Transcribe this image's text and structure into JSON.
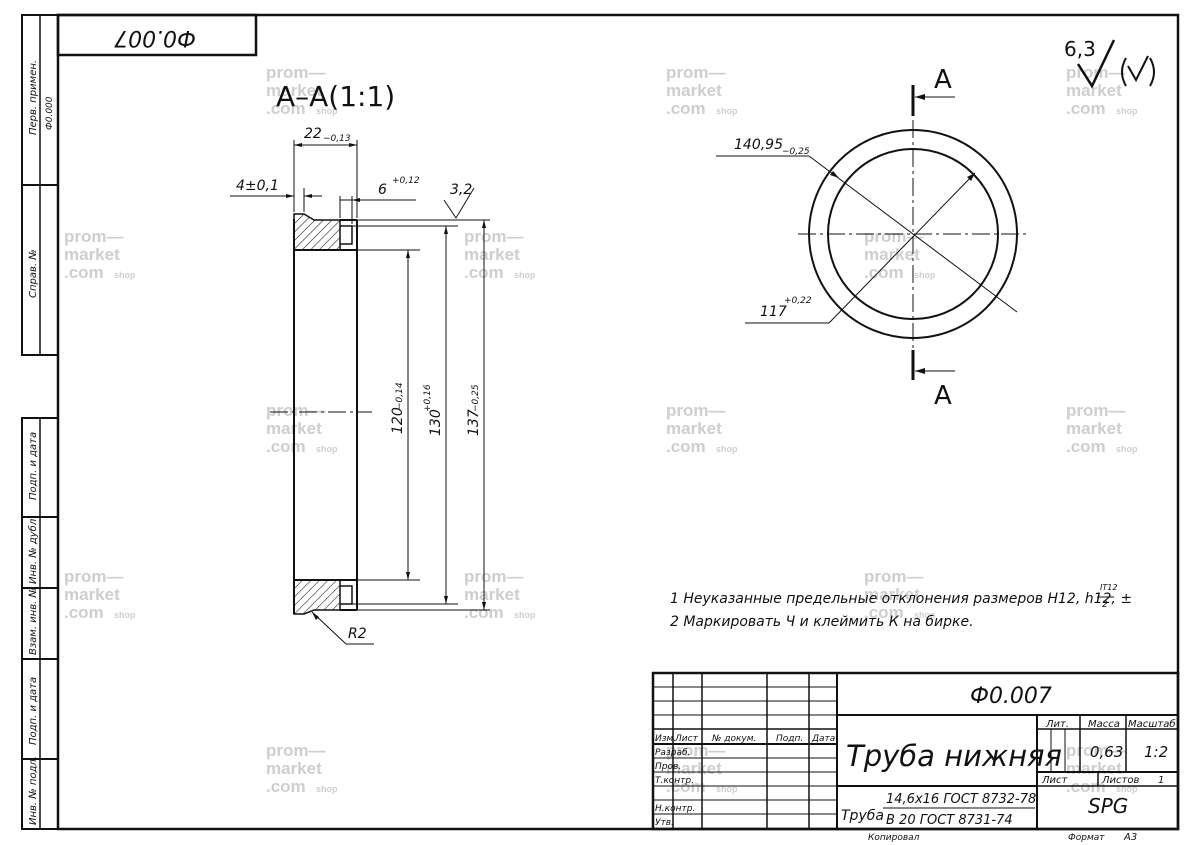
{
  "drawing": {
    "code": "Ф0.007",
    "code_mirrored": "Ф0.007",
    "section_title": "А–А(1:1)",
    "section_label_top": "А",
    "section_label_bottom": "А",
    "roughness_main": "6,3",
    "roughness_local": "3,2",
    "dimensions": {
      "width": "22",
      "width_tol": "−0,13",
      "offset": "4±0,1",
      "groove": "6",
      "groove_tol": "+0,12",
      "d120": "120",
      "d120_tol": "−0,14",
      "d130": "130",
      "d130_tol": "+0,16",
      "d137": "137",
      "d137_tol": "−0,25",
      "radius": "R2",
      "outer_dia": "140,95",
      "outer_dia_tol": "−0,25",
      "inner_dia": "117",
      "inner_dia_tol": "+0,22"
    },
    "notes": [
      "1 Неуказанные предельные отклонения размеров H12, h12, ±",
      "2 Маркировать Ч и клеймить К на бирке."
    ],
    "note_fraction_top": "IT12",
    "note_fraction_bottom": "2"
  },
  "left_strip": {
    "perv_primen": "Перв. примен.",
    "perv_value": "Ф0.000",
    "sprav": "Справ. №",
    "podp_data_1": "Подп. и дата",
    "inv_dubl": "Инв. № дубл.",
    "vzam_inv": "Взам. инв. №",
    "podp_data_2": "Подп. и дата",
    "inv_podl": "Инв. № подл."
  },
  "title_block": {
    "designation": "Ф0.007",
    "name": "Труба нижняя",
    "material_prefix": "Труба",
    "material_line1": "14,6х16 ГОСТ 8732-78",
    "material_line2": "В 20 ГОСТ 8731-74",
    "lit_label": "Лит.",
    "mass_label": "Масса",
    "scale_label": "Масштаб",
    "mass": "0,63",
    "scale": "1:2",
    "sheet_label": "Лист",
    "sheets_label": "Листов",
    "sheets": "1",
    "company": "SPG",
    "izm": "Изм.",
    "list": "Лист",
    "doc_no": "№ докум.",
    "podp": "Подп.",
    "date": "Дата",
    "razrab": "Разраб.",
    "prov": "Пров.",
    "tkontr": "Т.контр.",
    "nkontr": "Н.контр.",
    "utv": "Утв.",
    "copied": "Копировал",
    "format_label": "Формат",
    "format": "А3"
  },
  "watermark": {
    "line1": "prom—",
    "line2": "market",
    "line3": ".com",
    "small": "shop"
  }
}
